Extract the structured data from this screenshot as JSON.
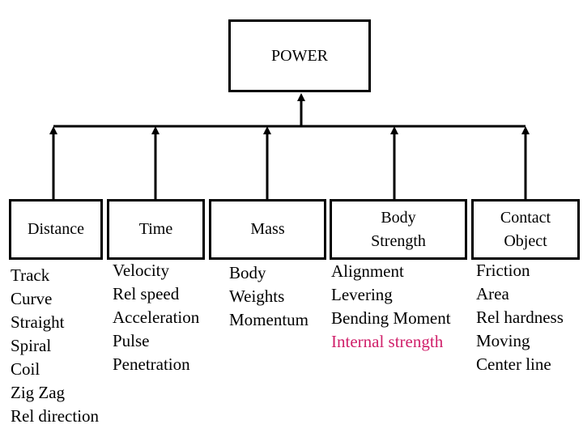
{
  "root": {
    "label": "POWER"
  },
  "categories": [
    {
      "label": "Distance",
      "items": [
        "Track",
        "Curve",
        "Straight",
        "Spiral",
        "Coil",
        "Zig Zag",
        "Rel direction"
      ]
    },
    {
      "label": "Time",
      "items": [
        "Velocity",
        "Rel speed",
        "Acceleration",
        "Pulse",
        "Penetration"
      ]
    },
    {
      "label": "Mass",
      "items": [
        "Body",
        "Weights",
        "Momentum"
      ]
    },
    {
      "label": "Body\nStrength",
      "items": [
        "Alignment",
        "Levering",
        "Bending Moment",
        "Internal strength"
      ]
    },
    {
      "label": "Contact\nObject",
      "items": [
        "Friction",
        "Area",
        "Rel hardness",
        "Moving",
        "Center line"
      ]
    }
  ],
  "colors": {
    "line": "#000000",
    "text": "#000000",
    "highlight": "#d0206a"
  },
  "highlighted_item": {
    "category": 3,
    "item": 3
  }
}
